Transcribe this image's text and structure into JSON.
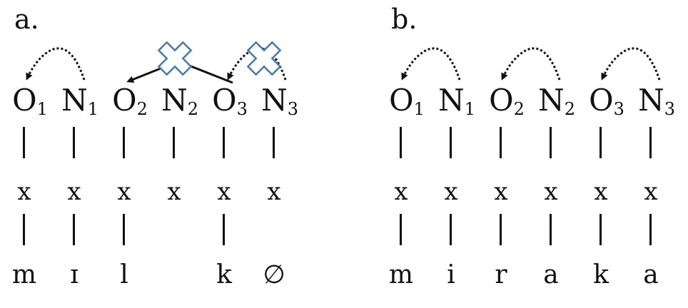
{
  "panels": [
    {
      "label": "a.",
      "nodes": [
        {
          "cat": "O",
          "idx": "1",
          "skeleton": "x",
          "assoc": true,
          "segment": "m"
        },
        {
          "cat": "N",
          "idx": "1",
          "skeleton": "x",
          "assoc": true,
          "segment": "ɪ"
        },
        {
          "cat": "O",
          "idx": "2",
          "skeleton": "x",
          "assoc": true,
          "segment": "l"
        },
        {
          "cat": "N",
          "idx": "2",
          "skeleton": "x",
          "assoc": false,
          "segment": ""
        },
        {
          "cat": "O",
          "idx": "3",
          "skeleton": "x",
          "assoc": true,
          "segment": "k"
        },
        {
          "cat": "N",
          "idx": "3",
          "skeleton": "x",
          "assoc": false,
          "segment": "∅"
        }
      ]
    },
    {
      "label": "b.",
      "nodes": [
        {
          "cat": "O",
          "idx": "1",
          "skeleton": "x",
          "assoc": true,
          "segment": "m"
        },
        {
          "cat": "N",
          "idx": "1",
          "skeleton": "x",
          "assoc": true,
          "segment": "i"
        },
        {
          "cat": "O",
          "idx": "2",
          "skeleton": "x",
          "assoc": true,
          "segment": "r"
        },
        {
          "cat": "N",
          "idx": "2",
          "skeleton": "x",
          "assoc": true,
          "segment": "a"
        },
        {
          "cat": "O",
          "idx": "3",
          "skeleton": "x",
          "assoc": true,
          "segment": "k"
        },
        {
          "cat": "N",
          "idx": "3",
          "skeleton": "x",
          "assoc": true,
          "segment": "a"
        }
      ]
    }
  ],
  "colors": {
    "ink": "#111111",
    "blocked_mark": "#4a7aa7",
    "blocked_fill": "#ffffff"
  }
}
